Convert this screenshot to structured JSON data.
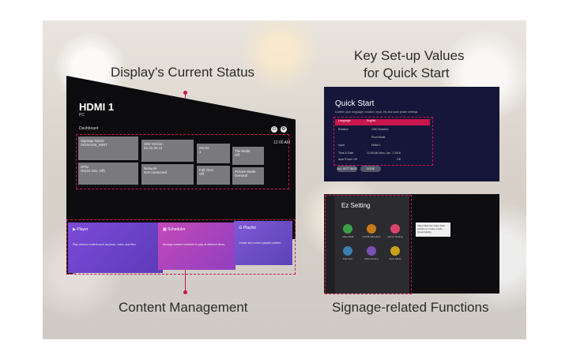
{
  "captions": {
    "status": "Display’s Current Status",
    "keyvalues_line1": "Key Set-up Values",
    "keyvalues_line2": "for Quick Start",
    "content": "Content Management",
    "signage": "Signage-related Functions"
  },
  "tv": {
    "title": "HDMI 1",
    "subtitle": "PC",
    "dashboard_label": "Dashboard",
    "time": "12:00 AM",
    "tiles": [
      {
        "label": "Signage Name",
        "value": "SIGNAGE_MINT"
      },
      {
        "label": "S/W Version",
        "value": "02.02.00.11"
      },
      {
        "label": "Set ID",
        "value": "1"
      },
      {
        "label": "Tile Mode",
        "value": "Off"
      },
      {
        "label": "DPM",
        "value": "On(10 min, Off)"
      },
      {
        "label": "Network",
        "value": "Not connected"
      },
      {
        "label": "Fail Over",
        "value": "Off"
      },
      {
        "label": "Picture Mode",
        "value": "General"
      }
    ],
    "cards": [
      {
        "label": "Player",
        "desc": "Play various content such as photo, video, and files."
      },
      {
        "label": "Scheduler",
        "desc": "Manage content schedule to play at different times."
      },
      {
        "label": "Playlist",
        "desc": "Create and control playlist content."
      }
    ]
  },
  "quickstart": {
    "title": "Quick Start",
    "desc": "Confirm your language, location, input, etc and save power settings.",
    "rows": [
      {
        "label": "Language",
        "value": "English"
      },
      {
        "label": "Rotation",
        "value": "OSD Rotation"
      },
      {
        "label": "",
        "value": "Pivot Mode"
      },
      {
        "label": "Input",
        "value": "HDMI 1"
      },
      {
        "label": "Time & Date",
        "value": "12:00 AM    Mon, Jan. 1 2018"
      },
      {
        "label": "Auto Power Off",
        "value": "Off"
      }
    ],
    "btn_all": "ALL SETTINGS",
    "btn_done": "DONE"
  },
  "ez": {
    "title": "Ez Setting",
    "items": [
      "Video Wall",
      "On/Off Scheduler",
      "Server Setting",
      "Fail Over",
      "Data Cloning",
      "Sync Mode"
    ],
    "tip": "Video Wall\nSet Video Wall options to create a wide visual display.",
    "colors": [
      "#3aa14a",
      "#c77a1c",
      "#d9436a",
      "#3a7fb0",
      "#7b4fb0",
      "#c8a318"
    ]
  }
}
